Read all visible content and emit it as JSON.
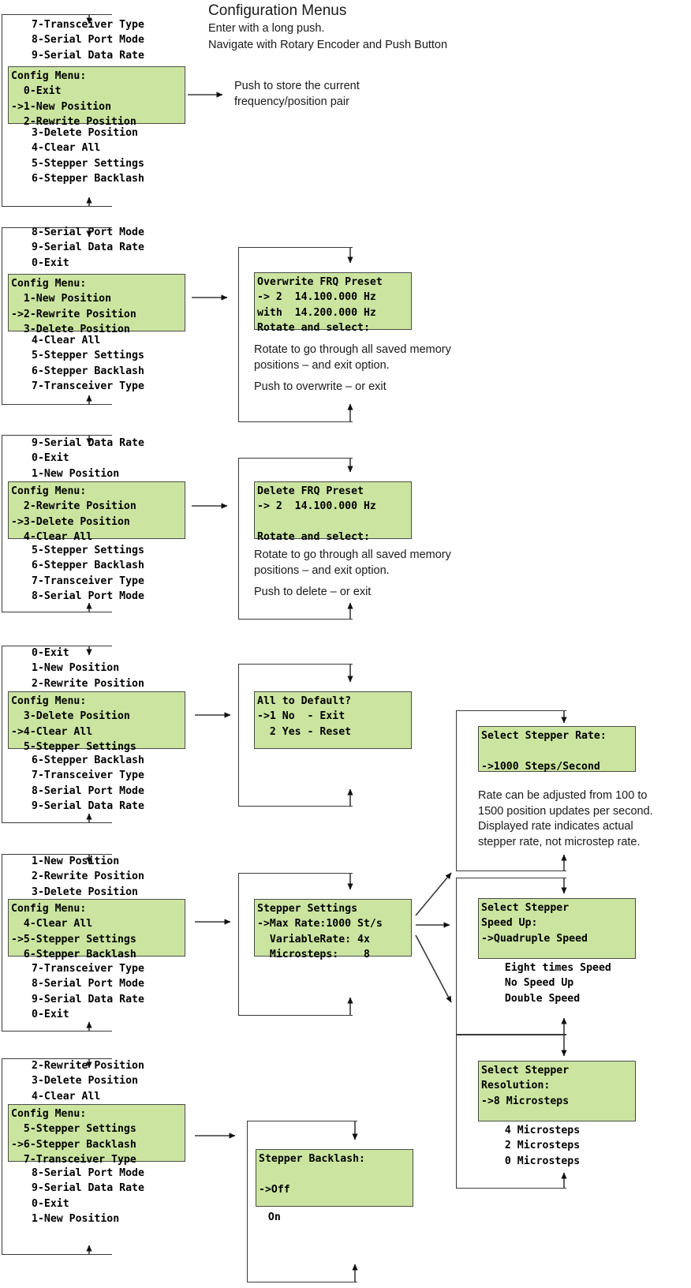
{
  "header": {
    "title": "Configuration Menus",
    "line1": "Enter with a long push.",
    "line2": "Navigate with Rotary Encoder and Push Button"
  },
  "colors": {
    "lcd_background": "#cbe5a0",
    "lcd_border": "#4c4c4c",
    "line": "#3a3a3a",
    "text": "#000000",
    "page_background": "#ffffff"
  },
  "menu_items": {
    "exit": "0-Exit",
    "new_position": "1-New Position",
    "rewrite_position": "2-Rewrite Position",
    "delete_position": "3-Delete Position",
    "clear_all": "4-Clear All",
    "stepper_settings": "5-Stepper Settings",
    "stepper_backlash": "6-Stepper Backlash",
    "transceiver_type": "7-Transceiver Type",
    "serial_port_mode": "8-Serial Port Mode",
    "serial_data_rate": "9-Serial Data Rate"
  },
  "sections": [
    {
      "id": "new-position",
      "above": [
        "7-Transceiver Type",
        "8-Serial Port Mode",
        "9-Serial Data Rate"
      ],
      "lcd": [
        "Config Menu:",
        "  0-Exit",
        "->1-New Position",
        "  2-Rewrite Position"
      ],
      "below": [
        "3-Delete Position",
        "4-Clear All",
        "5-Stepper Settings",
        "6-Stepper Backlash"
      ],
      "note": [
        "Push to store the current",
        "frequency/position pair"
      ]
    },
    {
      "id": "rewrite-position",
      "above": [
        "8-Serial Port Mode",
        "9-Serial Data Rate",
        "0-Exit"
      ],
      "lcd": [
        "Config Menu:",
        "  1-New Position",
        "->2-Rewrite Position",
        "  3-Delete Position"
      ],
      "below": [
        "4-Clear All",
        "5-Stepper Settings",
        "6-Stepper Backlash",
        "7-Transceiver Type"
      ],
      "panel": {
        "lcd": [
          "Overwrite FRQ Preset",
          "-> 2  14.100.000 Hz",
          "with  14.200.000 Hz",
          "Rotate and select:"
        ],
        "note": [
          "Rotate to go through all saved memory",
          "positions – and exit option.",
          "Push to overwrite – or exit"
        ]
      }
    },
    {
      "id": "delete-position",
      "above": [
        "9-Serial Data Rate",
        "0-Exit",
        "1-New Position"
      ],
      "lcd": [
        "Config Menu:",
        "  2-Rewrite Position",
        "->3-Delete Position",
        "  4-Clear All"
      ],
      "below": [
        "5-Stepper Settings",
        "6-Stepper Backlash",
        "7-Transceiver Type",
        "8-Serial Port Mode"
      ],
      "panel": {
        "lcd": [
          "Delete FRQ Preset",
          "-> 2  14.100.000 Hz",
          "",
          "Rotate and select:"
        ],
        "note": [
          "Rotate to go through all saved memory",
          "positions – and exit option.",
          "Push to delete – or exit"
        ]
      }
    },
    {
      "id": "clear-all",
      "above": [
        "0-Exit",
        "1-New Position",
        "2-Rewrite Position"
      ],
      "lcd": [
        "Config Menu:",
        "  3-Delete Position",
        "->4-Clear All",
        "  5-Stepper Settings"
      ],
      "below": [
        "6-Stepper Backlash",
        "7-Transceiver Type",
        "8-Serial Port Mode",
        "9-Serial Data Rate"
      ],
      "panel": {
        "lcd": [
          "All to Default?",
          "->1 No  - Exit",
          "  2 Yes - Reset",
          ""
        ]
      }
    },
    {
      "id": "stepper-settings",
      "above": [
        "1-New Position",
        "2-Rewrite Position",
        "3-Delete Position"
      ],
      "lcd": [
        "Config Menu:",
        "  4-Clear All",
        "->5-Stepper Settings",
        "  6-Stepper Backlash"
      ],
      "below": [
        "7-Transceiver Type",
        "8-Serial Port Mode",
        "9-Serial Data Rate",
        "0-Exit"
      ],
      "panel": {
        "lcd": [
          "Stepper Settings",
          "->Max Rate:1000 St/s",
          "  VariableRate: 4x",
          "  Microsteps:    8"
        ]
      }
    },
    {
      "id": "stepper-backlash",
      "above": [
        "2-Rewrite Position",
        "3-Delete Position",
        "4-Clear All"
      ],
      "lcd": [
        "Config Menu:",
        "  5-Stepper Settings",
        "->6-Stepper Backlash",
        "  7-Transceiver Type"
      ],
      "below": [
        "8-Serial Port Mode",
        "9-Serial Data Rate",
        "0-Exit",
        "1-New Position"
      ],
      "panel": {
        "lcd": [
          "Stepper Backlash:",
          "",
          "->Off",
          ""
        ],
        "options": [
          "  On"
        ]
      }
    }
  ],
  "sub_panels": {
    "stepper_rate": {
      "lcd": [
        "Select Stepper Rate:",
        "",
        "->1000 Steps/Second"
      ],
      "note": [
        "Rate can be adjusted from 100 to",
        "1500 position updates per second.",
        "Displayed rate indicates actual",
        "stepper rate, not microstep rate."
      ]
    },
    "stepper_speed_up": {
      "lcd": [
        "Select Stepper",
        "Speed Up:",
        "->Quadruple Speed"
      ],
      "options": [
        "  Eight times Speed",
        "  No Speed Up",
        "  Double Speed"
      ]
    },
    "stepper_resolution": {
      "lcd": [
        "Select Stepper",
        "Resolution:",
        "->8 Microsteps"
      ],
      "options": [
        "  4 Microsteps",
        "  2 Microsteps",
        "  0 Microsteps"
      ]
    }
  }
}
